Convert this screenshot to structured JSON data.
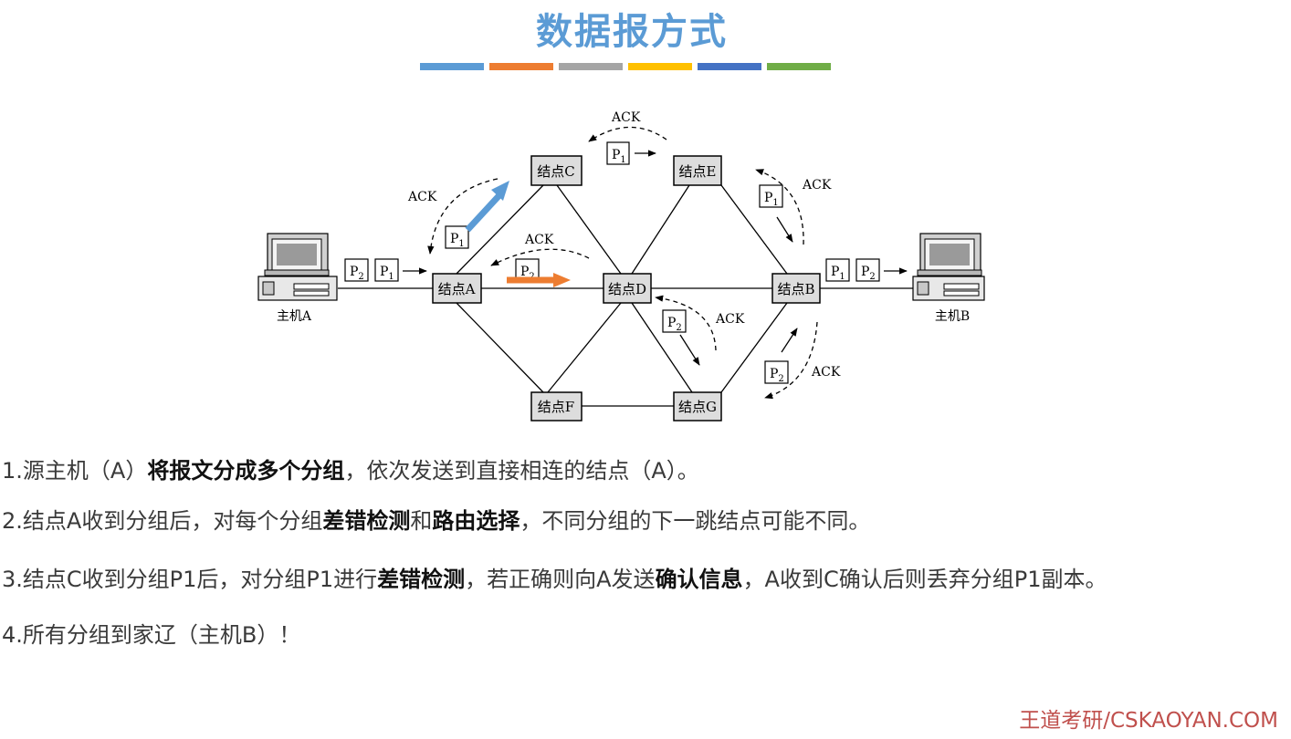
{
  "title": "数据报方式",
  "accent_bar_colors": [
    "#5b9bd5",
    "#ed7d31",
    "#a5a5a5",
    "#ffc000",
    "#4472c4",
    "#70ad47"
  ],
  "diagram": {
    "hosts": {
      "a": "主机A",
      "b": "主机B"
    },
    "nodes": {
      "a": "结点A",
      "b": "结点B",
      "c": "结点C",
      "d": "结点D",
      "e": "结点E",
      "f": "结点F",
      "g": "结点G"
    },
    "ack": "ACK",
    "packet_letter": "P",
    "packet_subscripts": {
      "p1": "1",
      "p2": "2"
    },
    "colors": {
      "blue_arrow": "#5b9bd5",
      "orange_arrow": "#ed7d31",
      "node_fill": "#dddddd"
    }
  },
  "description": {
    "line1": {
      "pre": "1.源主机（A）",
      "bold1": "将报文分成多个分组",
      "post": "，依次发送到直接相连的结点（A）。"
    },
    "line2": {
      "pre": "2.结点A收到分组后，对每个分组",
      "bold1": "差错检测",
      "mid": "和",
      "bold2": "路由选择",
      "post": "，不同分组的下一跳结点可能不同。"
    },
    "line3": {
      "pre": "3.结点C收到分组P1后，对分组P1进行",
      "bold1": "差错检测",
      "mid": "，若正确则向A发送",
      "bold2": "确认信息",
      "post": "，A收到C确认后则丢弃分组P1副本。"
    },
    "line4": {
      "text": "4.所有分组到家辽（主机B）！"
    }
  },
  "footer": "王道考研/CSKAOYAN.COM"
}
